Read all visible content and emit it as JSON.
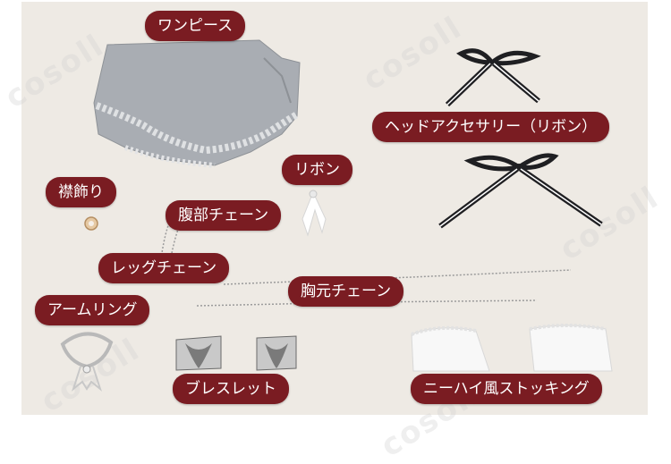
{
  "labels": {
    "dress": "ワンピース",
    "head_accessory": "ヘッドアクセサリー（リボン）",
    "ribbon": "リボン",
    "collar": "襟飾り",
    "belly_chain": "腹部チェーン",
    "leg_chain": "レッグチェーン",
    "chest_chain": "胸元チェーン",
    "arm_ring": "アームリング",
    "bracelet": "ブレスレット",
    "stockings": "ニーハイ風ストッキング"
  },
  "watermark_text": "cosoll",
  "colors": {
    "label_bg": "#7a1c22",
    "label_text": "#ffffff",
    "photo_bg": "#eeeae4",
    "fabric": "#a9adb3",
    "ribbon_dark": "#1f1f22"
  }
}
